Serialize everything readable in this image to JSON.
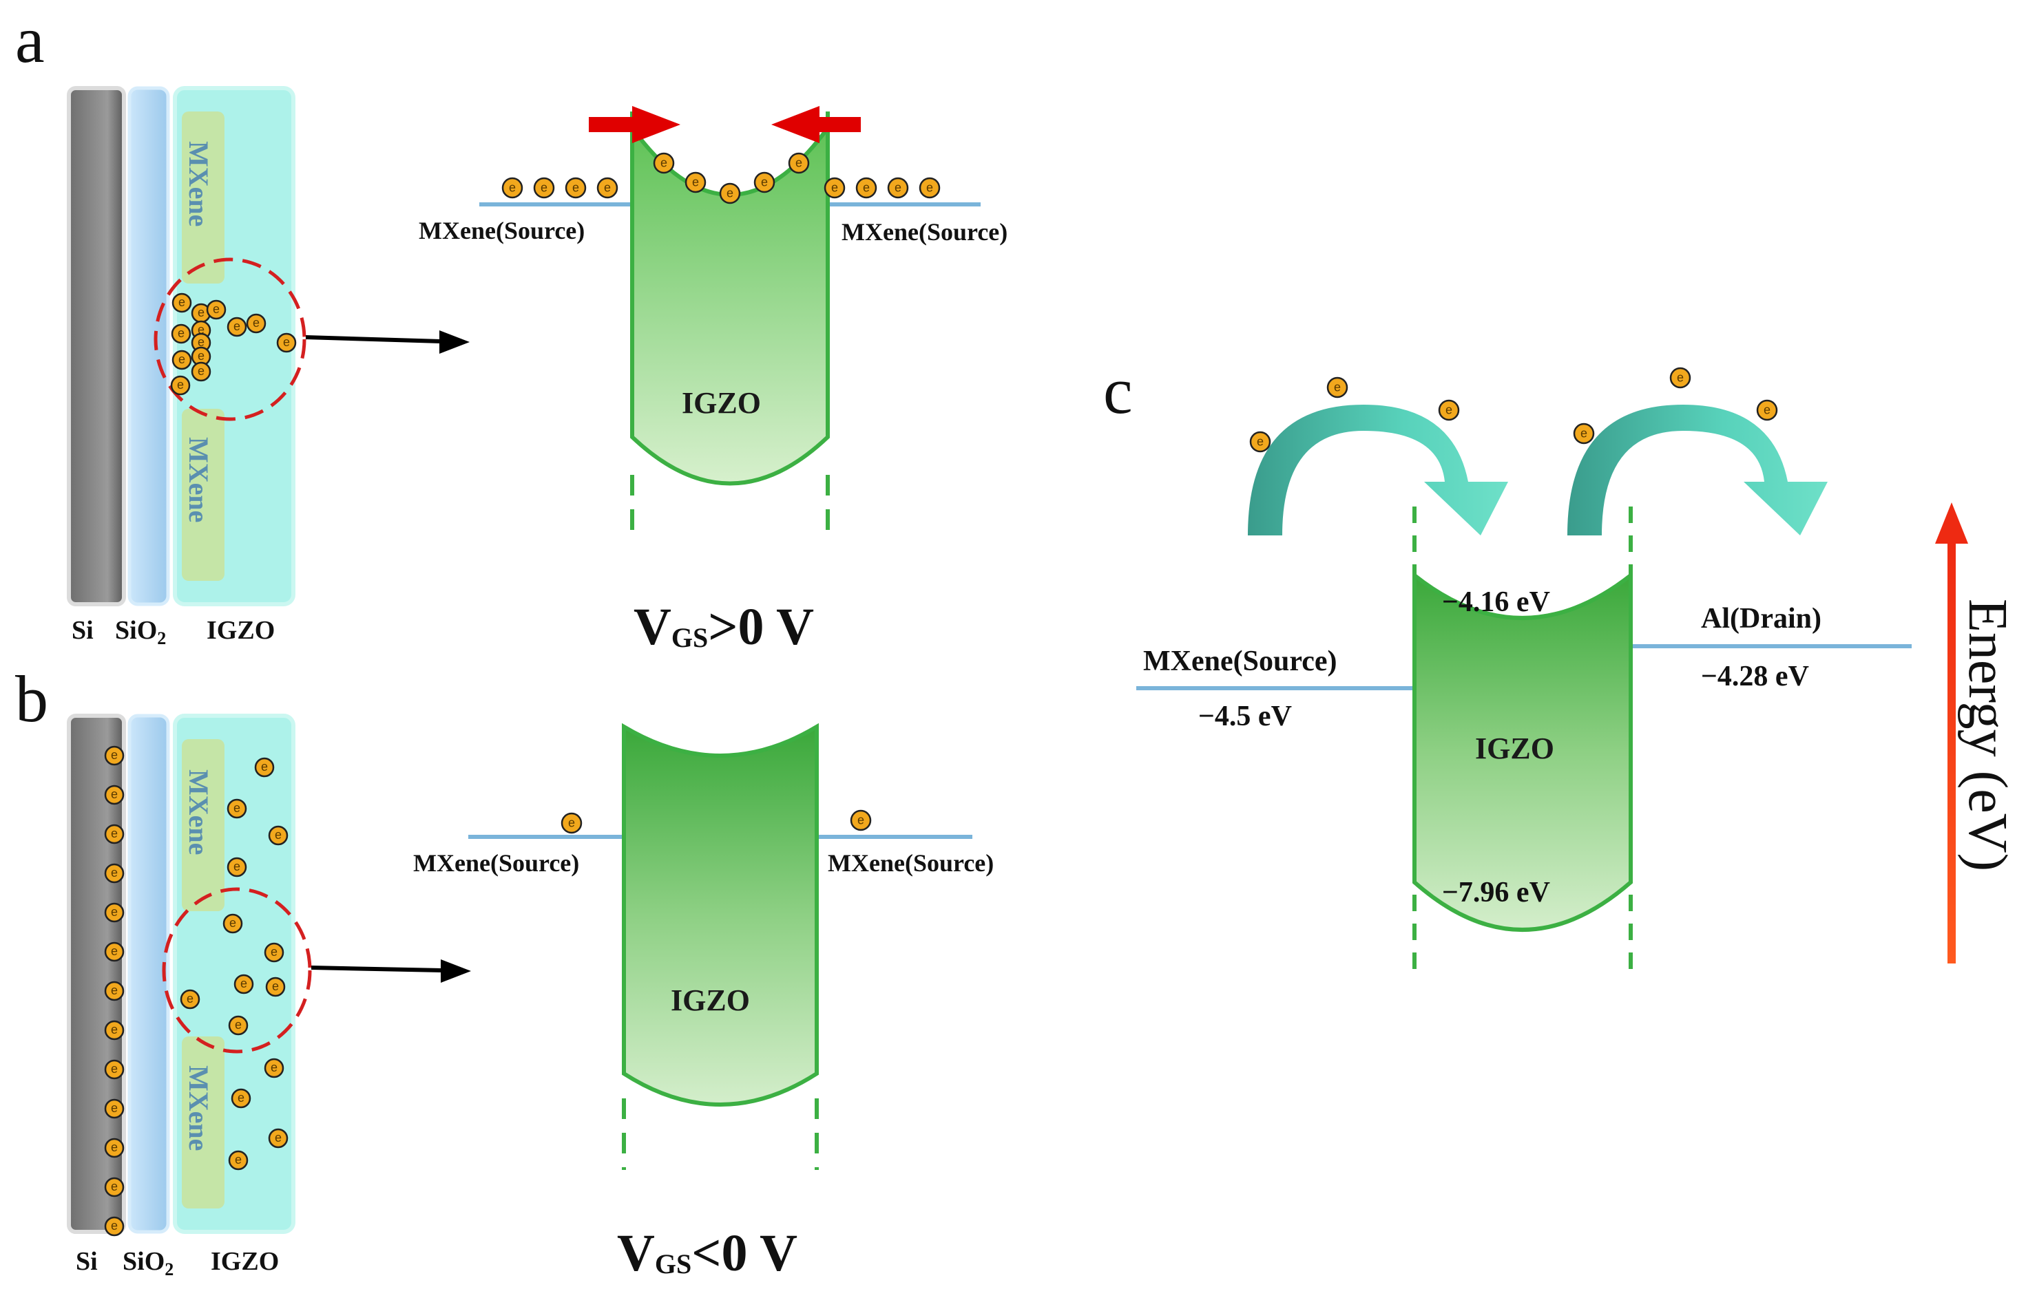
{
  "panel_a": {
    "letter": "a",
    "layers": [
      "Si",
      "SiO",
      "2",
      "IGZO"
    ],
    "mxene_label": "MXene",
    "source_left": "MXene(Source)",
    "source_right": "MXene(Source)",
    "channel_label": "IGZO",
    "condition": {
      "v": "V",
      "sub": "GS",
      "rest": ">0 V"
    }
  },
  "panel_b": {
    "letter": "b",
    "layers": [
      "Si",
      "SiO",
      "2",
      "IGZO"
    ],
    "mxene_label": "MXene",
    "source_left": "MXene(Source)",
    "source_right": "MXene(Source)",
    "channel_label": "IGZO",
    "condition": {
      "v": "V",
      "sub": "GS",
      "rest": "<0 V"
    }
  },
  "panel_c": {
    "letter": "c",
    "source_label": "MXene(Source)",
    "source_energy": "−4.5 eV",
    "drain_label": "Al(Drain)",
    "drain_energy": "−4.28 eV",
    "cb_energy": "−4.16 eV",
    "vb_energy": "−7.96 eV",
    "channel_label": "IGZO",
    "axis_label": "Energy (eV)"
  },
  "electron_symbol": "e",
  "colors": {
    "si": "#7f7f7f",
    "sio2": "#a9d2f0",
    "igzo_layer": "#9ff0e6",
    "mxene_strip": "#cfe08a",
    "channel_green": "#3cb043",
    "electron": "#f2a81d",
    "field_arrow": "#e00000",
    "energy_arrow": "#f03a17",
    "hop_arrow": "#52d4bd",
    "level_line": "#7ab4da"
  }
}
